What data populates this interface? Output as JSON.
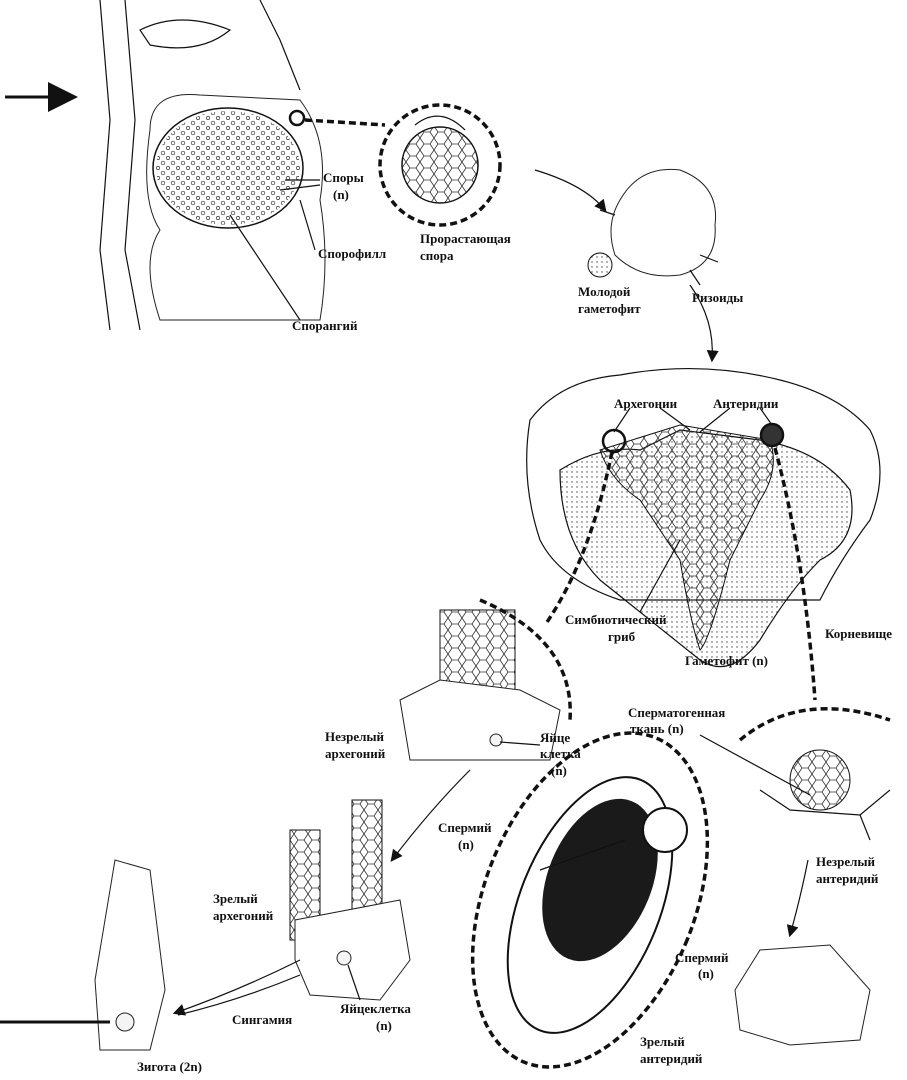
{
  "title": "Жизненный цикл плауна",
  "labels": {
    "spores": [
      "Споры",
      "(n)"
    ],
    "sporophyll": "Спорофилл",
    "sporangium": "Спорангий",
    "germinating_spore": [
      "Прорастающая",
      "спора"
    ],
    "young_gametophyte": [
      "Молодой",
      "гаметофит"
    ],
    "rhizoids": "Ризоиды",
    "archegonia": "Архегонии",
    "antheridia": "Антеридии",
    "symbiotic_fungus": [
      "Симбиотический",
      "гриб"
    ],
    "rhizome": "Корневище",
    "gametophyte": "Гаметофит (n)",
    "immature_archegonium": [
      "Незрелый",
      "архегоний"
    ],
    "egg_cell_1": [
      "Яйце",
      "клетка",
      "(n)"
    ],
    "spermatogenous_tissue": [
      "Сперматогенная",
      "ткань (n)"
    ],
    "sperm_1": [
      "Спермий",
      "(n)"
    ],
    "mature_archegonium": [
      "Зрелый",
      "архегоний"
    ],
    "immature_antheridium": [
      "Незрелый",
      "антеридий"
    ],
    "sperm_2": [
      "Спермий",
      "(n)"
    ],
    "egg_cell_2": [
      "Яйцеклетка",
      "(n)"
    ],
    "syngamy": "Сингамия",
    "zygote": "Зигота (2n)",
    "mature_antheridium": [
      "Зрелый",
      "антеридий"
    ]
  }
}
